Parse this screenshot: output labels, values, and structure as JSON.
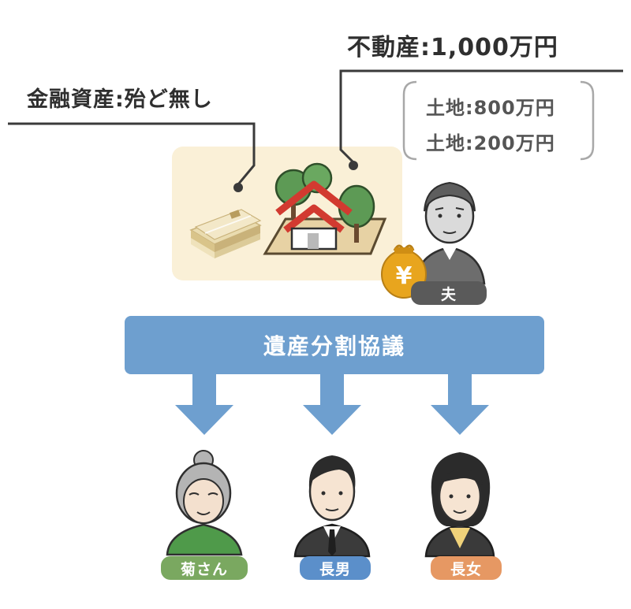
{
  "assets": {
    "financial_label": "金融資産:殆ど無し",
    "realestate_label": "不動産:1,000万円",
    "land_items": [
      "土地:800万円",
      "土地:200万円"
    ],
    "yen_symbol": "¥"
  },
  "husband": {
    "label": "夫"
  },
  "process": {
    "label": "遺産分割協議"
  },
  "heirs": [
    {
      "label": "菊さん",
      "color": "#7aa860"
    },
    {
      "label": "長男",
      "color": "#5b8fca"
    },
    {
      "label": "長女",
      "color": "#e69863"
    }
  ],
  "colors": {
    "panel": "#faf0d7",
    "banner": "#6e9fcf",
    "arrow": "#6e9fcf",
    "husband_badge": "#5a5a5a"
  }
}
